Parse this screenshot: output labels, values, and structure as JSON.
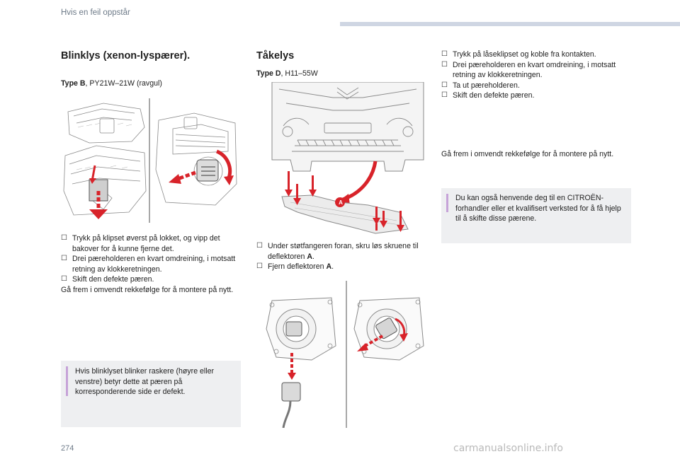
{
  "header": {
    "section": "Hvis en feil oppstår"
  },
  "left": {
    "title": "Blinklys (xenon-lyspærer).",
    "type_label": "Type B",
    "type_value": ", PY21W–21W (ravgul)",
    "steps": [
      "Trykk på klipset øverst på lokket, og vipp det bakover for å kunne fjerne det.",
      "Drei pæreholderen en kvart omdreining, i motsatt retning av klokkeretningen.",
      "Skift den defekte pæren."
    ],
    "reassemble": "Gå frem i omvendt rekkefølge for å montere på nytt.",
    "note": "Hvis blinklyset blinker raskere (høyre eller venstre) betyr dette at pæren på korresponderende side er defekt."
  },
  "middle": {
    "title": "Tåkelys",
    "type_label": "Type D",
    "type_value": ", H11–55W",
    "callout": "A",
    "step1_text": "Under støtfangeren foran, skru løs skruene til deflektoren ",
    "step1_bold": "A",
    "step1_end": ".",
    "step2_text": "Fjern deflektoren ",
    "step2_bold": "A",
    "step2_end": "."
  },
  "right": {
    "steps": [
      "Trykk på låseklipset og koble fra kontakten.",
      "Drei pæreholderen en kvart omdreining, i motsatt retning av klokkeretningen.",
      "Ta ut pæreholderen.",
      "Skift den defekte pæren."
    ],
    "reassemble": "Gå frem i omvendt rekkefølge for å montere på nytt.",
    "note": "Du kan også henvende deg til en CITROËN-forhandler eller et kvalifisert verksted for å få hjelp til å skifte disse pærene."
  },
  "footer": {
    "page_number": "274",
    "watermark": "carmanualsonline.info"
  },
  "icons": {
    "checkbox": "☐"
  },
  "colors": {
    "arrow_red": "#d8232a",
    "note_bar": "#c6a3d8",
    "note_bg": "#eeeff1",
    "header_bar": "#cfd6e3"
  }
}
